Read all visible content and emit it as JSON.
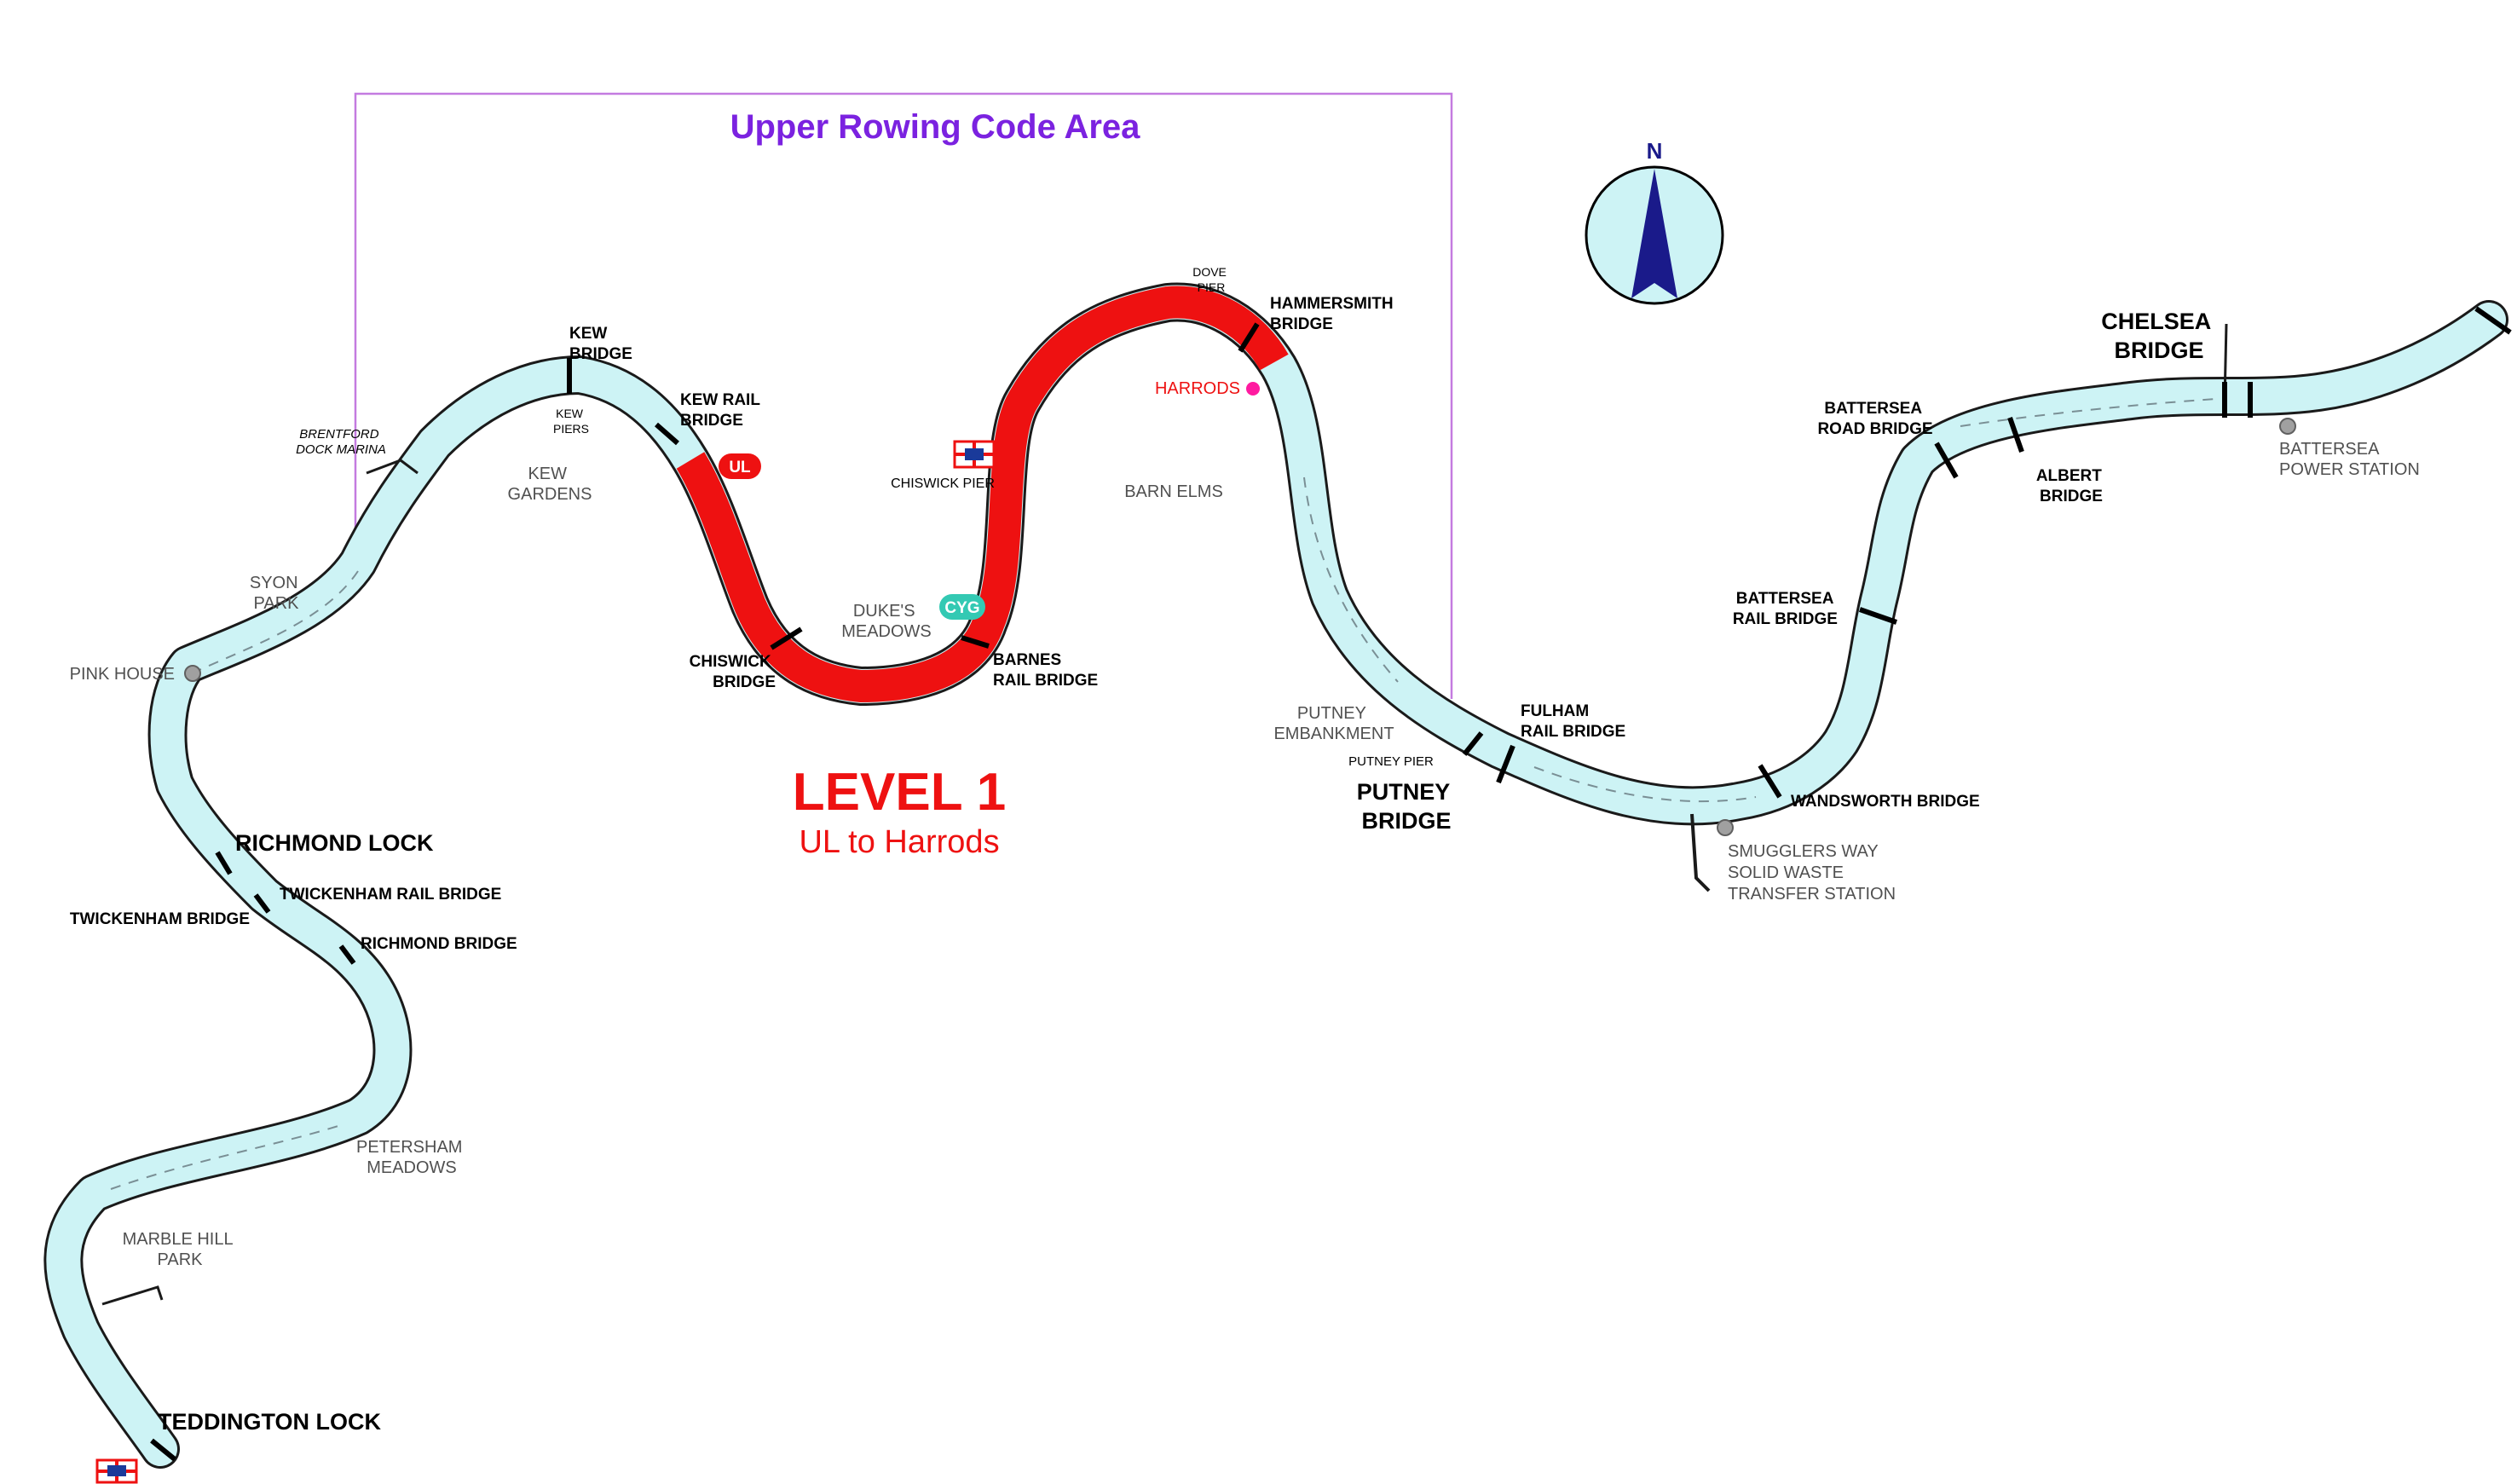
{
  "title": "Upper Rowing Code Area",
  "level": {
    "heading": "LEVEL 1",
    "subtitle": "UL to Harrods"
  },
  "compass": {
    "label": "N",
    "icon": "north-arrow-icon"
  },
  "colors": {
    "river": "#cdf3f5",
    "river_outline": "#1a1a1a",
    "level_section": "#ee1111",
    "title": "#7b22e0",
    "area_border": "#c47be0",
    "ul_badge": "#ee1111",
    "cyg_badge": "#33c9b3",
    "harrods_marker": "#ff1aa0",
    "landmark_marker": "#a0a0a0"
  },
  "badges": {
    "ul": "UL",
    "cyg": "CYG"
  },
  "bridges": {
    "kew": [
      "KEW",
      "BRIDGE"
    ],
    "kew_rail": [
      "KEW RAIL",
      "BRIDGE"
    ],
    "chiswick": [
      "CHISWICK",
      "BRIDGE"
    ],
    "barnes": [
      "BARNES",
      "RAIL BRIDGE"
    ],
    "hammersmith": [
      "HAMMERSMITH",
      "BRIDGE"
    ],
    "putney": [
      "PUTNEY",
      "BRIDGE"
    ],
    "fulham": [
      "FULHAM",
      "RAIL BRIDGE"
    ],
    "wandsworth": "WANDSWORTH BRIDGE",
    "battersea_rail": [
      "BATTERSEA",
      "RAIL BRIDGE"
    ],
    "battersea_road": [
      "BATTERSEA",
      "ROAD BRIDGE"
    ],
    "albert": [
      "ALBERT",
      "BRIDGE"
    ],
    "chelsea": [
      "CHELSEA",
      "BRIDGE"
    ],
    "twickenham_rail": "TWICKENHAM RAIL BRIDGE",
    "twickenham": "TWICKENHAM BRIDGE",
    "richmond": "RICHMOND BRIDGE"
  },
  "locks": {
    "richmond": "RICHMOND LOCK",
    "teddington": "TEDDINGTON LOCK"
  },
  "piers": {
    "dove": [
      "DOVE",
      "PIER"
    ],
    "kew": [
      "KEW",
      "PIERS"
    ],
    "chiswick": "CHISWICK PIER",
    "putney": "PUTNEY PIER"
  },
  "areas": {
    "kew_gardens": [
      "KEW",
      "GARDENS"
    ],
    "syon_park": [
      "SYON",
      "PARK"
    ],
    "dukes_meadows": [
      "DUKE'S",
      "MEADOWS"
    ],
    "barn_elms": "BARN ELMS",
    "putney_embankment": [
      "PUTNEY",
      "EMBANKMENT"
    ],
    "petersham_meadows": [
      "PETERSHAM",
      "MEADOWS"
    ],
    "marble_hill_park": [
      "MARBLE HILL",
      "PARK"
    ],
    "brentford_dock_marina": [
      "BRENTFORD",
      "DOCK MARINA"
    ]
  },
  "landmarks": {
    "harrods": "HARRODS",
    "pink_house": "PINK HOUSE",
    "battersea_power_station": [
      "BATTERSEA",
      "POWER STATION"
    ],
    "smugglers_way": [
      "SMUGGLERS WAY",
      "SOLID WASTE",
      "TRANSFER STATION"
    ]
  },
  "icons": {
    "rowing_club_flag": "flag-icon"
  }
}
